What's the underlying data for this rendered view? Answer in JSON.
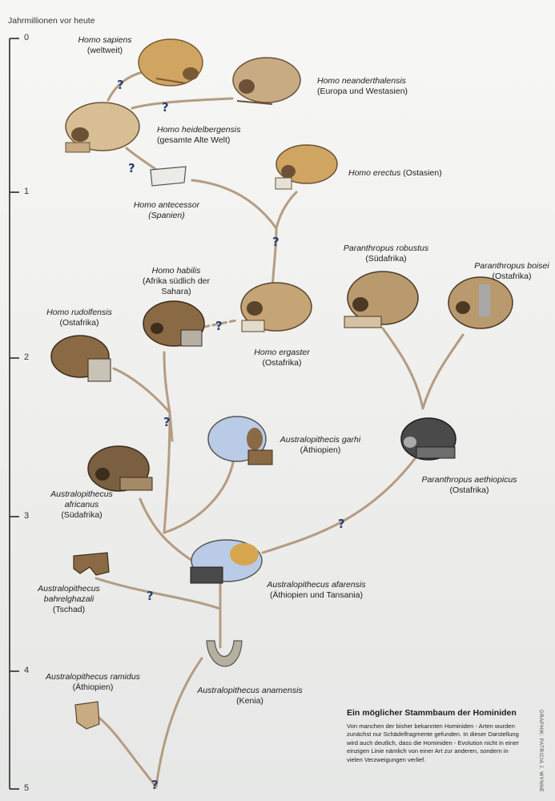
{
  "axis": {
    "title": "Jahrmillionen vor heute",
    "ticks": [
      "0",
      "1",
      "2",
      "3",
      "4",
      "5"
    ]
  },
  "colors": {
    "branch": "#b49c81",
    "question": "#2c3f73",
    "bone": "#cfa561",
    "bone_dark": "#7a5a35",
    "bone_grey": "#a8a8a8",
    "cast_blue": "#b9cbe6",
    "axis": "#2a2a2a"
  },
  "species": {
    "homo_sapiens": {
      "name": "Homo sapiens",
      "region": "(weltweit)"
    },
    "homo_neanderthalensis": {
      "name": "Homo neanderthalensis",
      "region": "(Europa und Westasien)"
    },
    "homo_heidelbergensis": {
      "name": "Homo heidelbergensis",
      "region": "(gesamte Alte Welt)"
    },
    "homo_erectus": {
      "name": "Homo erectus",
      "region": "(Ostasien)"
    },
    "homo_antecessor": {
      "name": "Homo antecessor",
      "region": "(Spanien)"
    },
    "paranthropus_robustus": {
      "name": "Paranthropus robustus",
      "region": "(Südafrika)"
    },
    "paranthropus_boisei": {
      "name": "Paranthropus boisei",
      "region": "(Ostafrika)"
    },
    "homo_habilis": {
      "name": "Homo habilis",
      "region_line1": "(Afrika südlich der",
      "region_line2": "Sahara)"
    },
    "homo_rudolfensis": {
      "name": "Homo rudolfensis",
      "region": "(Ostafrika)"
    },
    "homo_ergaster": {
      "name": "Homo ergaster",
      "region": "(Ostafrika)"
    },
    "australopithecus_garhi": {
      "name": "Australopithecis garhi",
      "region": "(Äthiopien)"
    },
    "paranthropus_aethiopicus": {
      "name": "Paranthropus aethiopicus",
      "region": "(Ostafrika)"
    },
    "australopithecus_africanus": {
      "name_line1": "Australopithecus",
      "name_line2": "africanus",
      "region": "(Südafrika)"
    },
    "australopithecus_afarensis": {
      "name": "Australopithecus afarensis",
      "region": "(Äthiopien und Tansania)"
    },
    "australopithecus_bahrelghazali": {
      "name_line1": "Australopithecus",
      "name_line2": "bahrelghazali",
      "region": "(Tschad)"
    },
    "australopithecus_ramidus": {
      "name": "Australopithecus ramidus",
      "region": "(Äthiopien)"
    },
    "australopithecus_anamensis": {
      "name": "Australopithecus anamensis",
      "region": "(Kenia)"
    }
  },
  "question_mark": "?",
  "info": {
    "title": "Ein möglicher Stammbaum der Hominiden",
    "body": "Von manchen der bisher bekannten Hominiden - Arten wurden zunächst nur Schädelfragmente gefunden. In dieser Darstellung wird auch deutlich, dass die Hominiden - Evolution nicht in einer einzigen Linie nämlich von einer Art zur anderen, sondern in vielen Verzweigungen verlief."
  },
  "credit": "GRAPHIK: PATRICIA J. WYNNE"
}
